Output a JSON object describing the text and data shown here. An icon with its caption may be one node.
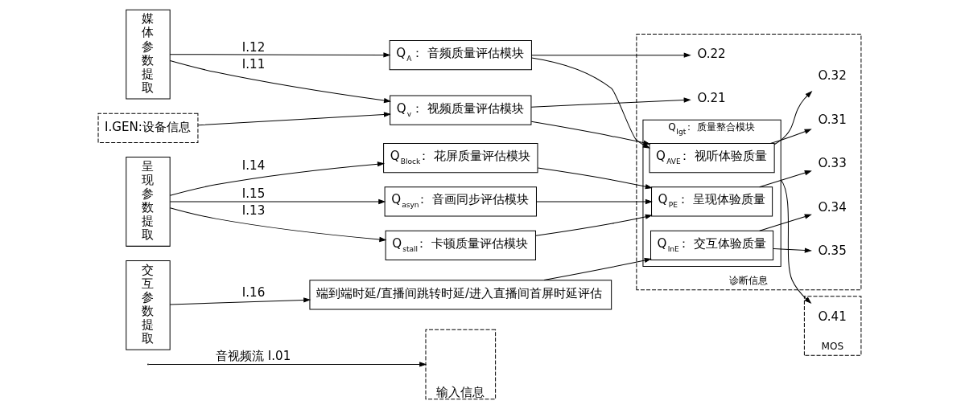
{
  "diagram": {
    "nodes": [
      {
        "text": [
          "输入信息"
        ]
      },
      {
        "text": [
          "媒体参数提取"
        ]
      },
      {
        "text": [
          "I.GEN:设备信息"
        ]
      },
      {
        "text": [
          "Q$_{v}$： 视频质量评估模块"
        ]
      },
      {
        "text": [
          "Q$_{A}$： 音频质量评估模块"
        ]
      },
      {
        "text": [
          "呈现参数提取"
        ]
      },
      {
        "text": [
          "Q$_{stall}$： 卡顿质量评估模块"
        ]
      },
      {
        "text": [
          "Q$_{Block}$： 花屏质量评估模块"
        ]
      },
      {
        "text": [
          "Q$_{asyn}$： 音画同步评估模块"
        ]
      },
      {
        "text": [
          "交互参数提取"
        ]
      },
      {
        "text": [
          "端到端时延/直播间跳转时延/进入直播间首屏时延评估"
        ]
      },
      {
        "text": [
          "诊断信息"
        ]
      },
      {
        "text": [
          "Q$_{Igt}$： 质量整合模块"
        ],
        "in": 11
      },
      {
        "text": [
          "Q$_{AVE}$： 视听体验质量"
        ],
        "in": 12
      },
      {
        "text": [
          "Q$_{PE}$： 呈现体验质量"
        ],
        "in": 12
      },
      {
        "text": [
          "Q$_{InE}$： 交互体验质量"
        ],
        "in": 12
      },
      {
        "text": [
          "O.21"
        ],
        "in": 11
      },
      {
        "text": [
          "O.22"
        ],
        "in": 11
      },
      {
        "text": [
          "O.31"
        ],
        "in": 11
      },
      {
        "text": [
          "O.32"
        ],
        "in": 11
      },
      {
        "text": [
          "O.33"
        ],
        "in": 11
      },
      {
        "text": [
          "O.34"
        ],
        "in": 11
      },
      {
        "text": [
          "O.35"
        ],
        "in": 11
      },
      {
        "text": [
          "MOS"
        ]
      },
      {
        "text": [
          "O.41"
        ],
        "in": 23
      }
    ],
    "edges": [
      {
        "from": null,
        "to": 0,
        "arrow": "to",
        "label": "音视频流 I.01"
      },
      {
        "from": 1,
        "to": 3,
        "arrow": "to",
        "label": "I.11"
      },
      {
        "from": 1,
        "to": 4,
        "arrow": "to",
        "label": "I.12"
      },
      {
        "from": 2,
        "to": 3,
        "arrow": "to"
      },
      {
        "from": 5,
        "to": 6,
        "arrow": "to",
        "label": "I.13"
      },
      {
        "from": 5,
        "to": 7,
        "arrow": "to",
        "label": "I.14"
      },
      {
        "from": 5,
        "to": 8,
        "arrow": "to",
        "label": "I.15"
      },
      {
        "from": 9,
        "to": 10,
        "arrow": "to",
        "label": "I.16"
      },
      {
        "from": 3,
        "to": 16,
        "arrow": "to"
      },
      {
        "from": 4,
        "to": 17,
        "arrow": "to"
      },
      {
        "from": 3,
        "to": 13,
        "arrow": "to"
      },
      {
        "from": 4,
        "to": 13,
        "arrow": "to"
      },
      {
        "from": 6,
        "to": 14,
        "arrow": "to"
      },
      {
        "from": 7,
        "to": 14,
        "arrow": "to"
      },
      {
        "from": 8,
        "to": 14,
        "arrow": "to"
      },
      {
        "from": 10,
        "to": 15,
        "arrow": "to"
      },
      {
        "from": 13,
        "to": 18,
        "arrow": "to"
      },
      {
        "from": 13,
        "to": 19,
        "arrow": "to"
      },
      {
        "from": 14,
        "to": 20,
        "arrow": "to"
      },
      {
        "from": 15,
        "to": 21,
        "arrow": "to"
      },
      {
        "from": 15,
        "to": 22,
        "arrow": "to"
      },
      {
        "from": 12,
        "to": 24,
        "arrow": "to"
      }
    ]
  }
}
